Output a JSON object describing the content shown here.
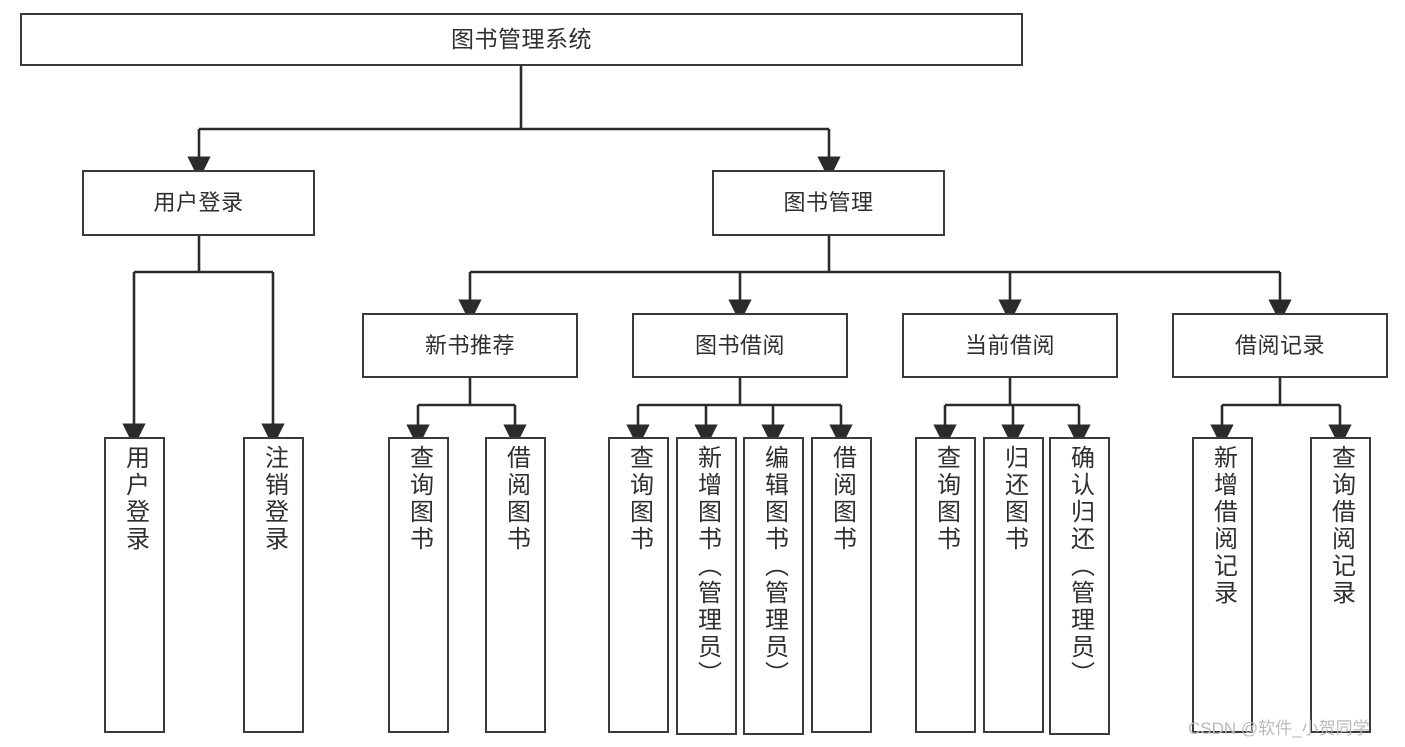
{
  "diagram": {
    "title": "图书管理系统",
    "watermark": "CSDN @软件_小贺同学",
    "colors": {
      "box_border": "#3a3a3a",
      "box_fill": "#ffffff",
      "edge": "#2b2b2b",
      "text": "#2f2f2f",
      "watermark": "#b9b9b9"
    },
    "levels": {
      "level1": [
        {
          "id": "root",
          "label": "图书管理系统"
        }
      ],
      "level2": [
        {
          "id": "user-login",
          "label": "用户登录"
        },
        {
          "id": "book-management",
          "label": "图书管理"
        }
      ],
      "level3": [
        {
          "id": "new-book-recommend",
          "label": "新书推荐"
        },
        {
          "id": "book-borrow",
          "label": "图书借阅"
        },
        {
          "id": "current-borrow",
          "label": "当前借阅"
        },
        {
          "id": "borrow-record",
          "label": "借阅记录"
        }
      ],
      "level4": [
        {
          "id": "leaf-user-login",
          "label": "用户登录",
          "parent": "user-login"
        },
        {
          "id": "leaf-logout-login",
          "label": "注销登录",
          "parent": "user-login"
        },
        {
          "id": "leaf-query-book-1",
          "label": "查询图书",
          "parent": "new-book-recommend"
        },
        {
          "id": "leaf-borrow-book-1",
          "label": "借阅图书",
          "parent": "new-book-recommend"
        },
        {
          "id": "leaf-query-book-2",
          "label": "查询图书",
          "parent": "book-borrow"
        },
        {
          "id": "leaf-add-book",
          "label": "新增图书（管理员）",
          "parent": "book-borrow"
        },
        {
          "id": "leaf-edit-book",
          "label": "编辑图书（管理员）",
          "parent": "book-borrow"
        },
        {
          "id": "leaf-borrow-book-2",
          "label": "借阅图书",
          "parent": "book-borrow"
        },
        {
          "id": "leaf-query-book-3",
          "label": "查询图书",
          "parent": "current-borrow"
        },
        {
          "id": "leaf-return-book",
          "label": "归还图书",
          "parent": "current-borrow"
        },
        {
          "id": "leaf-confirm-return",
          "label": "确认归还（管理员）",
          "parent": "current-borrow"
        },
        {
          "id": "leaf-add-record",
          "label": "新增借阅记录",
          "parent": "borrow-record"
        },
        {
          "id": "leaf-query-record",
          "label": "查询借阅记录",
          "parent": "borrow-record"
        }
      ]
    }
  }
}
